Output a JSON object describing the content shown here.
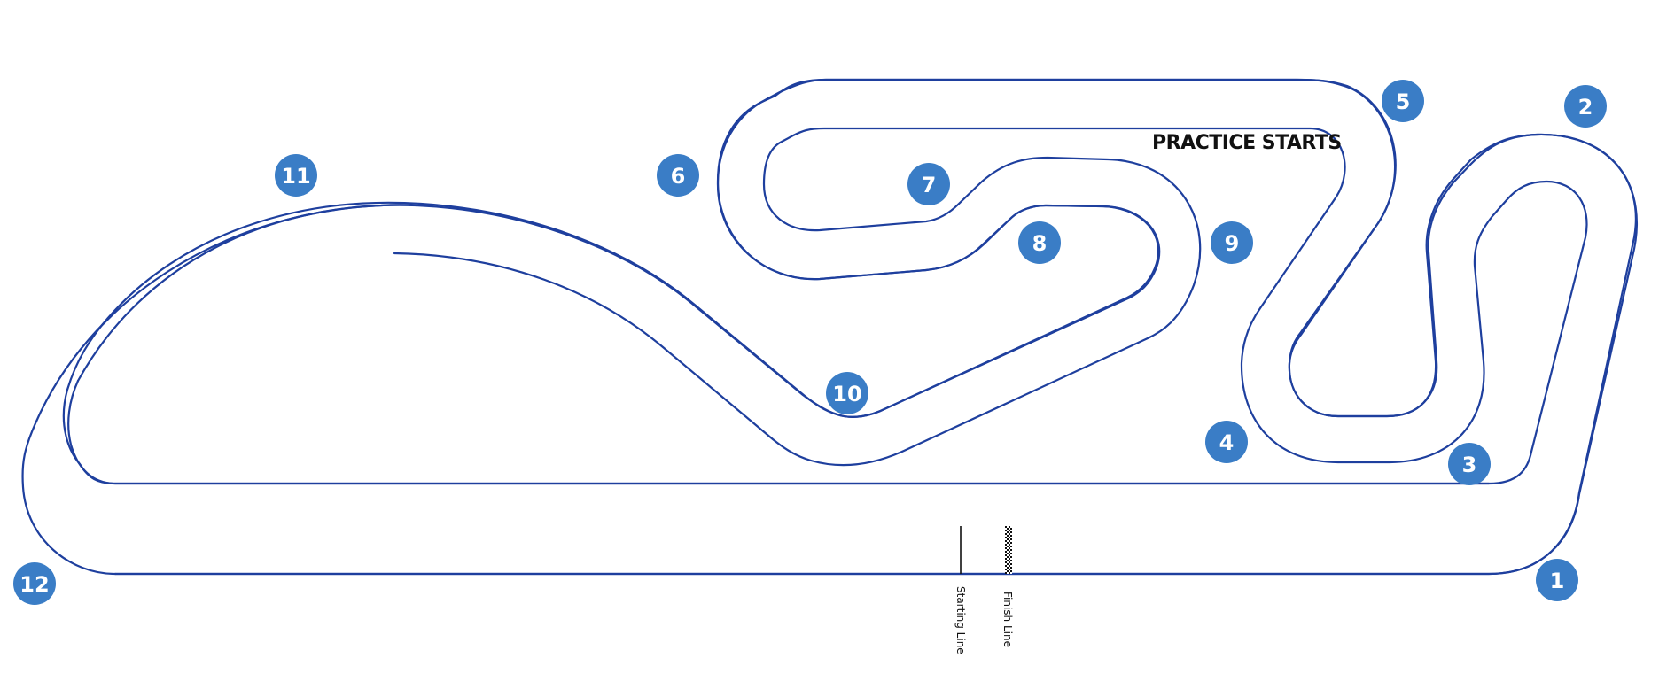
{
  "map": {
    "practice_label": "PRACTICE STARTS",
    "starting_line_label": "Starting Line",
    "finish_line_label": "Finish Line",
    "colors": {
      "track_outline": "#1e3f9e",
      "marker_fill": "#3a7dc6",
      "marker_text": "#ffffff",
      "background": "#ffffff"
    },
    "turns": [
      {
        "label": "1"
      },
      {
        "label": "2"
      },
      {
        "label": "3"
      },
      {
        "label": "4"
      },
      {
        "label": "5"
      },
      {
        "label": "6"
      },
      {
        "label": "7"
      },
      {
        "label": "8"
      },
      {
        "label": "9"
      },
      {
        "label": "10"
      },
      {
        "label": "11"
      },
      {
        "label": "12"
      }
    ]
  }
}
